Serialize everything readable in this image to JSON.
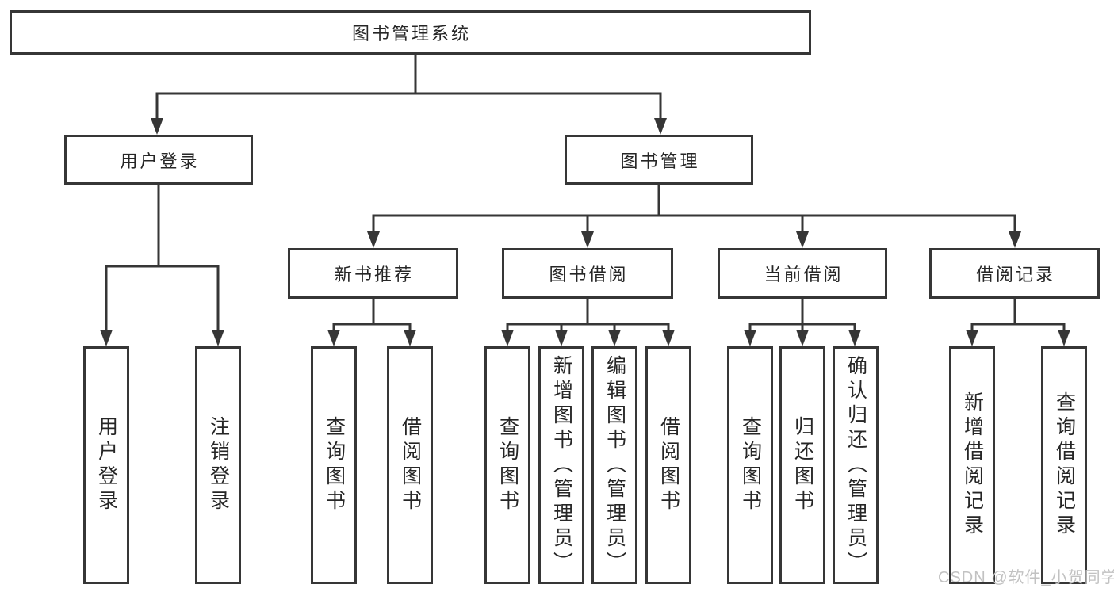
{
  "diagram": {
    "title": "图书管理系统",
    "root": {
      "label": "图书管理系统"
    },
    "level2": [
      {
        "label": "用户登录"
      },
      {
        "label": "图书管理"
      }
    ],
    "level3": [
      {
        "label": "新书推荐",
        "parent": "图书管理"
      },
      {
        "label": "图书借阅",
        "parent": "图书管理"
      },
      {
        "label": "当前借阅",
        "parent": "图书管理"
      },
      {
        "label": "借阅记录",
        "parent": "图书管理"
      }
    ],
    "leaves": [
      {
        "label": "用户登录",
        "parent": "用户登录"
      },
      {
        "label": "注销登录",
        "parent": "用户登录"
      },
      {
        "label": "查询图书",
        "parent": "新书推荐"
      },
      {
        "label": "借阅图书",
        "parent": "新书推荐"
      },
      {
        "label": "查询图书",
        "parent": "图书借阅"
      },
      {
        "label": "新增图书（管理员）",
        "parent": "图书借阅"
      },
      {
        "label": "编辑图书（管理员）",
        "parent": "图书借阅"
      },
      {
        "label": "借阅图书",
        "parent": "图书借阅"
      },
      {
        "label": "查询图书",
        "parent": "当前借阅"
      },
      {
        "label": "归还图书",
        "parent": "当前借阅"
      },
      {
        "label": "确认归还（管理员）",
        "parent": "当前借阅"
      },
      {
        "label": "新增借阅记录",
        "parent": "借阅记录"
      },
      {
        "label": "查询借阅记录",
        "parent": "借阅记录"
      }
    ]
  },
  "watermark": "CSDN @软件_小贺同学",
  "colors": {
    "line": "#363636",
    "text": "#262626",
    "background": "#ffffff",
    "watermark": "#c2c2c2"
  }
}
